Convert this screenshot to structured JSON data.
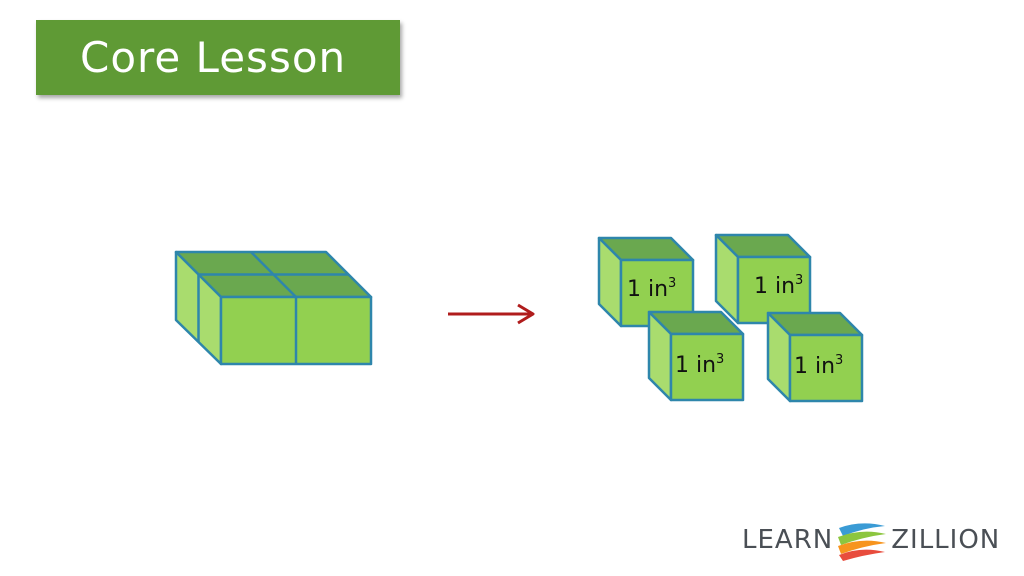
{
  "banner": {
    "title": "Core Lesson"
  },
  "unit_cubes": [
    {
      "label_main": "1 in",
      "label_exp": "3"
    },
    {
      "label_main": "1 in",
      "label_exp": "3"
    },
    {
      "label_main": "1 in",
      "label_exp": "3"
    },
    {
      "label_main": "1 in",
      "label_exp": "3"
    }
  ],
  "logo": {
    "left_text": "LEARN",
    "right_text": "ZILLION"
  },
  "colors": {
    "banner_green": "#5f9a35",
    "cube_front": "#92d050",
    "cube_top": "#6aa84f",
    "cube_side": "#a9dc6e",
    "cube_edge": "#2e86ab",
    "arrow_red": "#b01c1c"
  }
}
